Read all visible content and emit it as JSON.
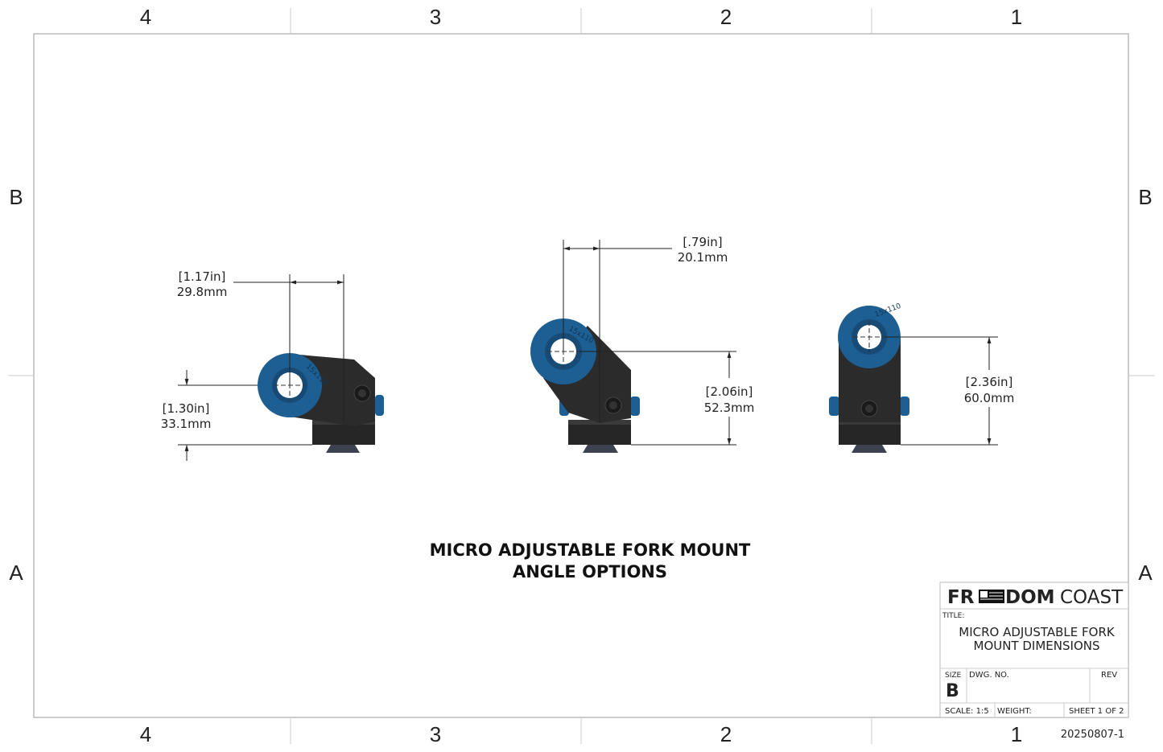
{
  "zones": {
    "columns": [
      "4",
      "3",
      "2",
      "1"
    ],
    "rows": [
      "B",
      "A"
    ]
  },
  "views": [
    {
      "engraving": "15x110",
      "dims": [
        {
          "inch": "[1.17in]",
          "mm": "29.8mm"
        },
        {
          "inch": "[1.30in]",
          "mm": "33.1mm"
        }
      ]
    },
    {
      "engraving": "15x110",
      "dims": [
        {
          "inch": "[.79in]",
          "mm": "20.1mm"
        },
        {
          "inch": "[2.06in]",
          "mm": "52.3mm"
        }
      ]
    },
    {
      "engraving": "15x110",
      "dims": [
        {
          "inch": "[2.36in]",
          "mm": "60.0mm"
        }
      ]
    }
  ],
  "caption": {
    "line1": "MICRO ADJUSTABLE FORK MOUNT",
    "line2": "ANGLE OPTIONS"
  },
  "title_block": {
    "logo_bold_left": "FR",
    "logo_bold_right": "DOM",
    "logo_light": "COAST",
    "title_label": "TITLE:",
    "title_line1": "MICRO ADJUSTABLE FORK",
    "title_line2": "MOUNT DIMENSIONS",
    "size_label": "SIZE",
    "size_value": "B",
    "dwg_no_label": "DWG.  NO.",
    "rev_label": "REV",
    "scale": "SCALE: 1:5",
    "weight": "WEIGHT:",
    "sheet": "SHEET 1 OF 2",
    "doc_number": "20250807-1"
  },
  "colors": {
    "anodized_blue": "#1d5f93",
    "body": "#2a2a2a",
    "frame": "#bbbbbb"
  }
}
